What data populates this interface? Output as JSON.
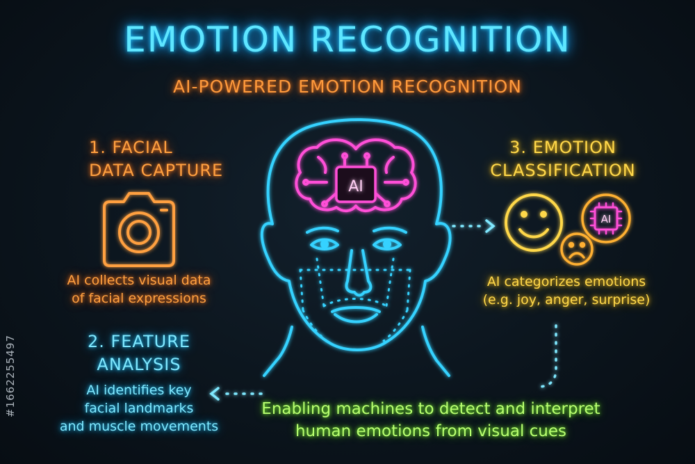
{
  "title": "EMOTION RECOGNITION",
  "subtitle": "AI-POWERED EMOTION RECOGNITION",
  "steps": [
    {
      "heading_line1": "1. FACIAL",
      "heading_line2": "DATA CAPTURE",
      "description_line1": "AI collects visual data",
      "description_line2": "of facial expressions"
    },
    {
      "heading_line1": "2. FEATURE",
      "heading_line2": "ANALYSIS",
      "description_line1": "AI identifies key",
      "description_line2": "facial landmarks",
      "description_line3": "and muscle movements"
    },
    {
      "heading_line1": "3. EMOTION",
      "heading_line2": "CLASSIFICATION",
      "description_line1": "AI categorizes emotions",
      "description_line2": "(e.g. joy, anger, surprise)"
    }
  ],
  "tagline_line1": "Enabling machines to detect and interpret",
  "tagline_line2": "human emotions from visual cues",
  "brain_chip_label": "AI",
  "emotion_chip_label": "AI",
  "stock_id": "#1662255497",
  "icons": [
    "camera-icon",
    "head-icon",
    "brain-icon",
    "chip-icon",
    "happy-face-icon",
    "sad-face-icon"
  ],
  "colors": {
    "cyan": "#5ee6ff",
    "orange": "#ffa040",
    "yellow": "#ffd84a",
    "pink": "#ff4fd8",
    "green": "#b8ff70"
  }
}
